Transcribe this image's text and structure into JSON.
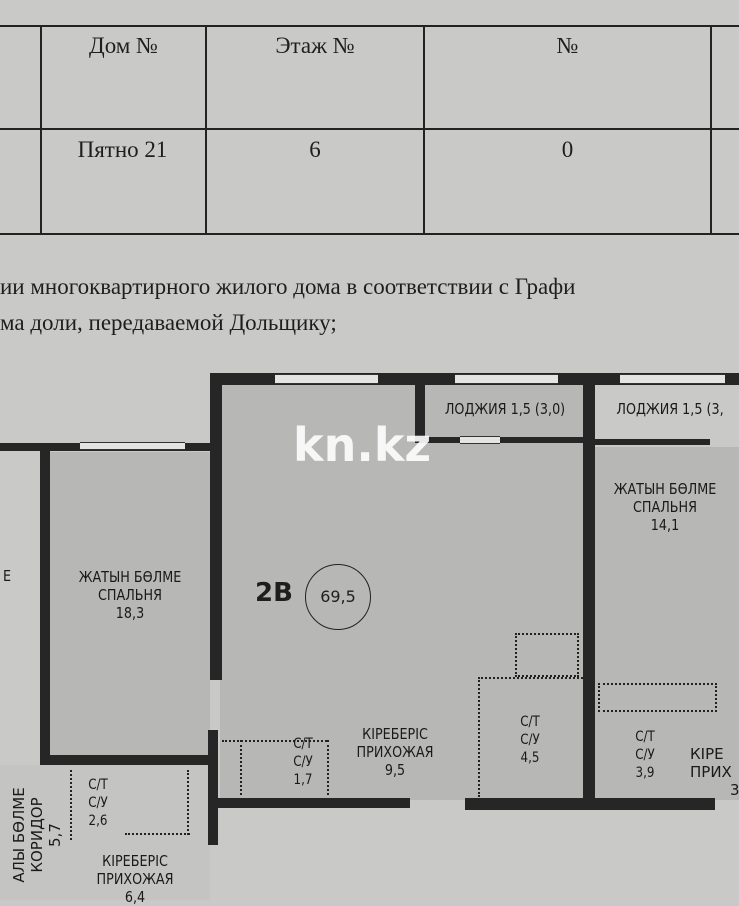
{
  "table": {
    "headers": [
      "Дом №",
      "Этаж №",
      "№"
    ],
    "row": [
      "Пятно 21",
      "6",
      "0"
    ]
  },
  "paragraph": {
    "line1": "ии многоквартирного жилого дома в соответствии с Графи",
    "line2": "ма доли, передаваемой Дольщику;"
  },
  "plan": {
    "apartment_code": "2B",
    "total_area": "69,5",
    "watermark": "kn.kz",
    "rooms": [
      {
        "kz": "ЛОДЖИЯ",
        "ru": "1,5 (3,0)"
      },
      {
        "kz": "ЛОДЖИЯ",
        "ru": "1,5 (3,"
      },
      {
        "kz": "ЖАТЫН БӨЛМЕ",
        "ru": "СПАЛЬНЯ",
        "area": "18,3"
      },
      {
        "kz": "ЖАТЫН БӨЛМЕ",
        "ru": "СПАЛЬНЯ",
        "area": "14,1"
      },
      {
        "kz": "С/Т",
        "ru": "С/У",
        "area": "1,7"
      },
      {
        "kz": "КIРЕБЕРIС",
        "ru": "ПРИХОЖАЯ",
        "area": "9,5"
      },
      {
        "kz": "С/Т",
        "ru": "С/У",
        "area": "4,5"
      },
      {
        "kz": "С/Т",
        "ru": "С/У",
        "area": "3,9"
      },
      {
        "kz": "С/Т",
        "ru": "С/У",
        "area": "2,6"
      },
      {
        "kz": "КIРЕБЕРIС",
        "ru": "ПРИХОЖАЯ",
        "area": "6,4"
      },
      {
        "kz": "КIРЕ",
        "ru": "ПРИХ",
        "area": "3"
      },
      {
        "kz": "АЛЫ БӨЛМЕ",
        "ru": "КОРИДОР",
        "area": "5,7"
      },
      {
        "kz": "Е"
      }
    ]
  }
}
